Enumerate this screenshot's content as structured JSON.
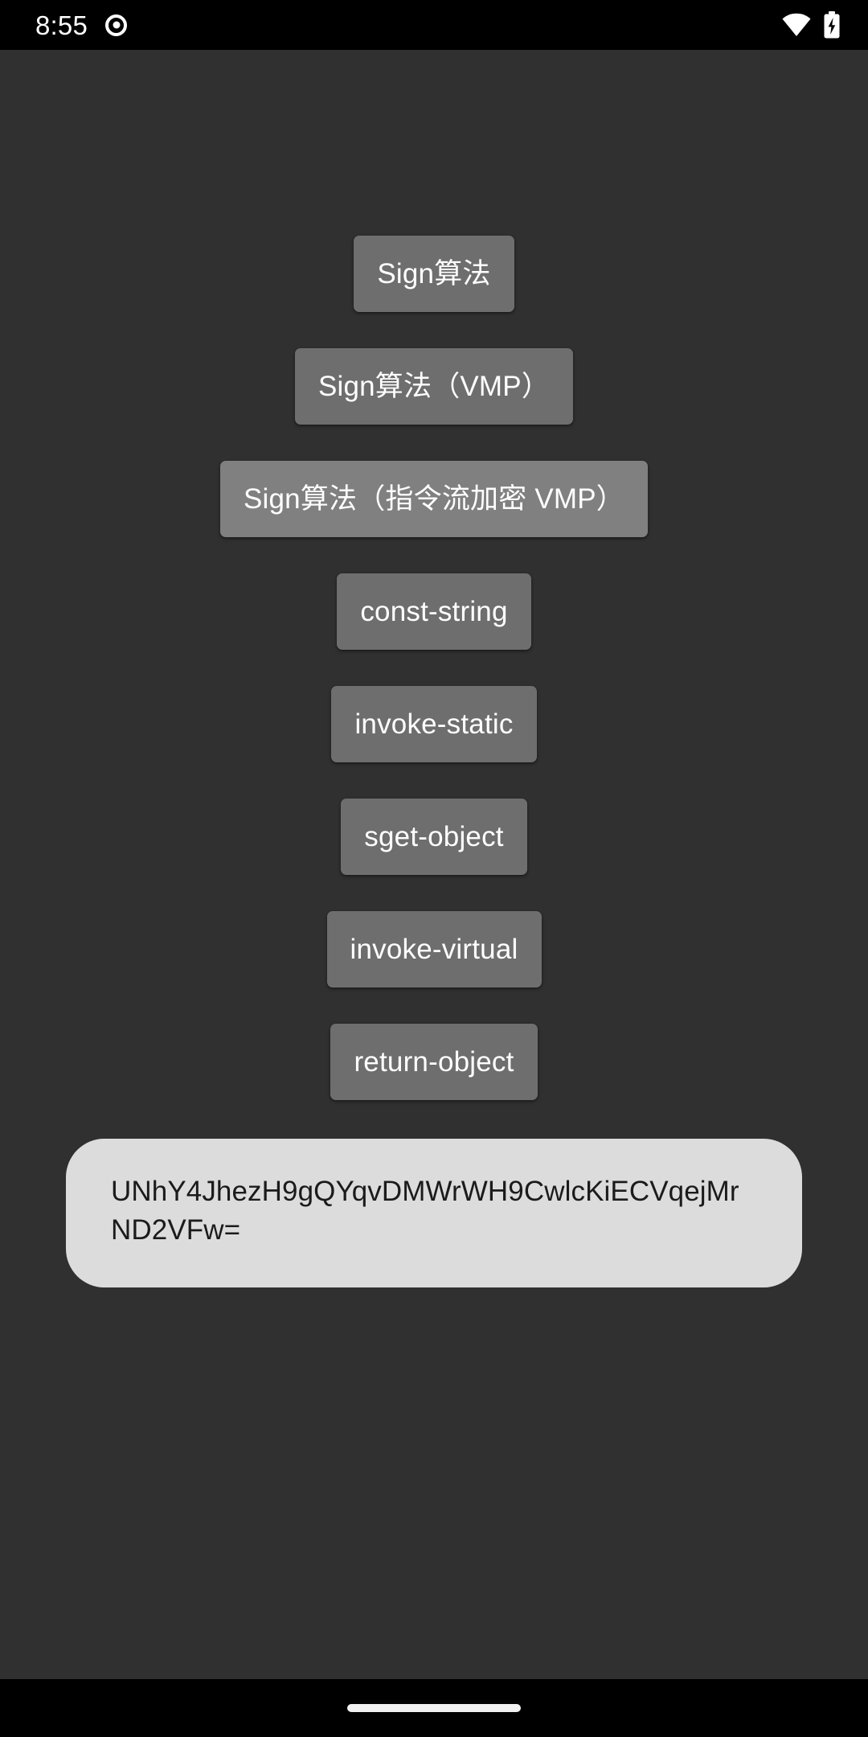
{
  "status_bar": {
    "clock": "8:55",
    "icons": {
      "record": "record-icon",
      "wifi": "wifi-icon",
      "battery": "battery-charging-icon"
    },
    "background_color": "#000000"
  },
  "screen": {
    "background_color": "#303030",
    "button_color": "#6e6e6e",
    "button_emphasis_color": "#808080",
    "text_color": "#ffffff"
  },
  "buttons": [
    {
      "label": "Sign算法",
      "style": "normal"
    },
    {
      "label": "Sign算法（VMP）",
      "style": "normal"
    },
    {
      "label": "Sign算法（指令流加密 VMP）",
      "style": "emphasis"
    },
    {
      "label": "const-string",
      "style": "normal"
    },
    {
      "label": "invoke-static",
      "style": "normal"
    },
    {
      "label": "sget-object",
      "style": "normal"
    },
    {
      "label": "invoke-virtual",
      "style": "normal"
    },
    {
      "label": "return-object",
      "style": "normal"
    }
  ],
  "result": {
    "text": "UNhY4JhezH9gQYqvDMWrWH9CwlcKiECVqejMrND2VFw=",
    "background_color": "#dcdcdc",
    "text_color": "#1b1b1b"
  },
  "nav_bar": {
    "gesture_pill": "home-gesture-pill",
    "background_color": "#000000"
  }
}
